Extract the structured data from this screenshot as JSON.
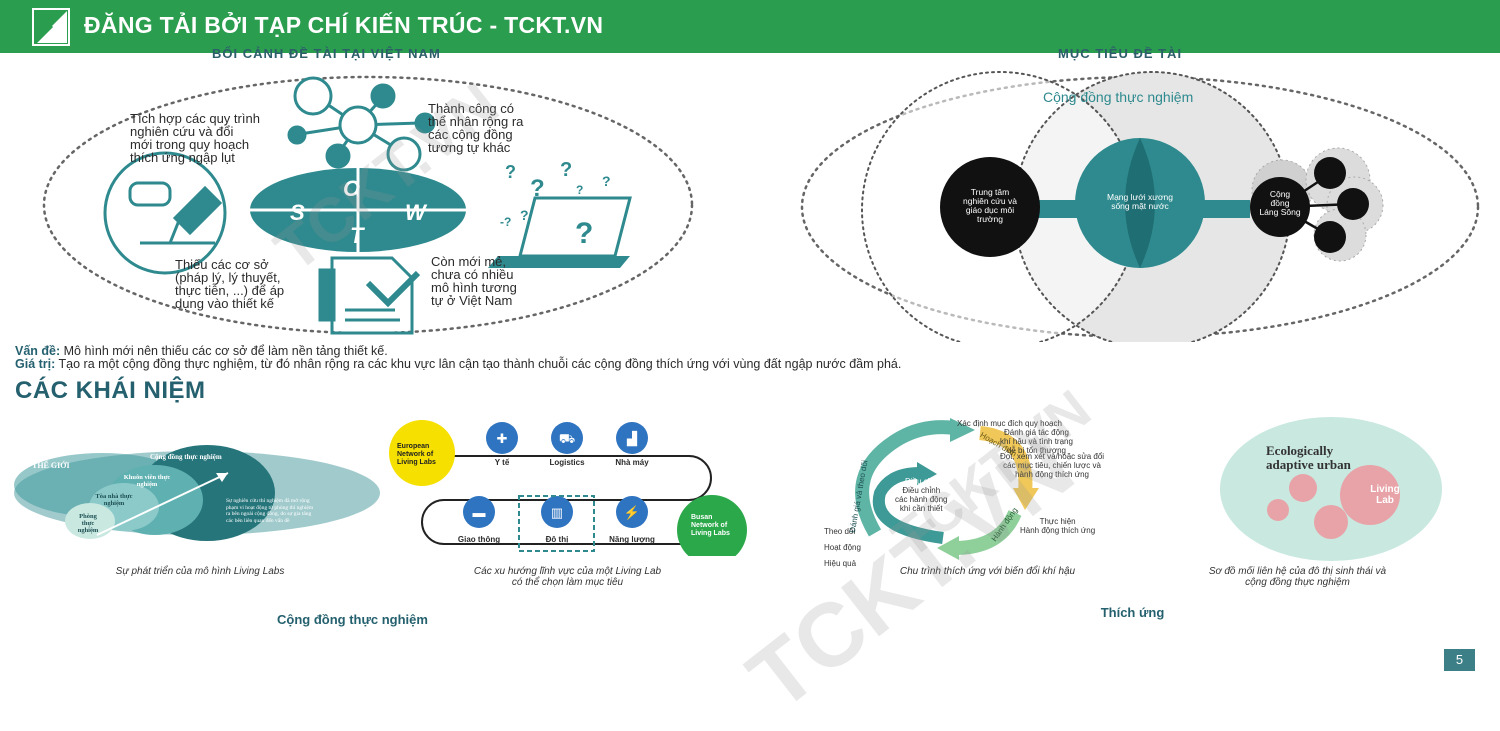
{
  "banner": {
    "title": "ĐĂNG TẢI BỞI TẠP CHÍ KIẾN TRÚC - TCKT.VN"
  },
  "cut_headings": {
    "left": "BỐI CẢNH ĐỀ TÀI TẠI VIỆT NAM",
    "right": "MỤC TIÊU ĐỀ TÀI"
  },
  "swot": {
    "s": "S",
    "o": "O",
    "w": "W",
    "t": "T",
    "strength_lines": [
      "Tích hợp các quy trình",
      "nghiên cứu và đổi",
      "mới trong quy hoạch",
      "thích ứng ngập lụt"
    ],
    "opportunity_lines": [
      "Thành công có",
      "thể nhân rộng ra",
      "các cộng đồng",
      "tương tự khác"
    ],
    "threat_lines": [
      "Thiếu các cơ sở",
      "(pháp lý, lý thuyết,",
      "thực tiễn, ...) để áp",
      "dụng vào thiết kế"
    ],
    "weakness_lines": [
      "Còn mới mẻ,",
      "chưa có nhiều",
      "mô hình tương",
      "tự ở Việt Nam"
    ]
  },
  "objective": {
    "title": "Cộng đồng thực nghiệm",
    "center_left_lines": [
      "Trung tâm",
      "nghiên cứu và",
      "giáo dục môi",
      "trường"
    ],
    "center_mid_lines": [
      "Mạng lưới xương",
      "sống mặt nước"
    ],
    "center_right_lines": [
      "Cộng",
      "đồng",
      "Láng Sông"
    ]
  },
  "problem": {
    "label": "Vấn đề:",
    "text": " Mô hình mới nên thiếu các cơ sở để làm nền tảng thiết kế."
  },
  "value": {
    "label": "Giá trị:",
    "text": " Tạo ra một cộng đồng thực nghiệm, từ đó nhân rộng ra các khu vực lân cận tạo thành chuỗi các cộng đồng thích ứng với vùng đất ngập nước đầm phá."
  },
  "concepts_heading": "CÁC KHÁI NIỆM",
  "living_labs_dev": {
    "world": "THẾ GIỚI",
    "community": "Cộng đồng thực nghiệm",
    "campus_lines": [
      "Khuôn viên thực",
      "nghiệm"
    ],
    "building_lines": [
      "Tòa nhà thực",
      "nghiệm"
    ],
    "room_lines": [
      "Phòng",
      "thực",
      "nghiệm"
    ],
    "desc_lines": [
      "Sự nghiên cứu thí nghiệm đã mở rộng",
      "phạm vi hoạt động từ phòng thí nghiệm",
      "ra bên ngoài cộng đồng, do sự gia tăng",
      "các bên liên quan đến vấn đề"
    ],
    "caption": "Sự phát triển của mô hình Living Labs"
  },
  "living_lab_trends": {
    "eu_lines": [
      "European",
      "Network of",
      "Living Labs"
    ],
    "busan_lines": [
      "Busan",
      "Network of",
      "Living Labs"
    ],
    "nodes": [
      "Y tế",
      "Logistics",
      "Nhà máy",
      "Giao thông",
      "Đô thị",
      "Năng lượng"
    ],
    "caption_lines": [
      "Các xu hướng lĩnh vực của một Living Lab",
      "có thể chọn làm mục tiêu"
    ]
  },
  "cycle": {
    "labels": {
      "a": "Xác định mục đích quy hoạch",
      "b1": "Đánh giá tác động",
      "b2": "khí hậu và tình trạng",
      "b3": "dễ bị tổn thương",
      "c1": "Đọt, xem xét và/hoặc sửa đổi",
      "c2": "các mục tiêu, chiến lược và",
      "c3": "hành động thích ứng",
      "d1": "Thực hiện",
      "d2": "Hành động thích ứng",
      "e1": "Theo dõi",
      "e2": "Hoạt động",
      "e3": "Hiệu quả",
      "f1": "Điều chỉnh",
      "f2": "các hành động",
      "f3": "khi cần thiết",
      "plan": "Hoạch định",
      "act": "Hành động",
      "adjust": "Điều chỉnh",
      "evaluate": "Đánh giá và theo dõi"
    },
    "caption": "Chu trình thích ứng với biến đổi khí hậu"
  },
  "eco": {
    "title_lines": [
      "Ecologically",
      "adaptive urban"
    ],
    "lab_lines": [
      "Living",
      "Lab"
    ],
    "caption_lines": [
      "Sơ đồ mối liên hệ của đô thị sinh thái và",
      "cộng đồng thực nghiệm"
    ]
  },
  "subheads": {
    "community": "Cộng đồng thực nghiệm",
    "adapt": "Thích ứng"
  },
  "watermarks": [
    "TCKT.VN",
    "TCKT.VN",
    "TCKT.VN"
  ],
  "page_number": "5",
  "colors": {
    "banner": "#2a9d4f",
    "teal": "#2e8a8e",
    "dark_teal": "#24606e",
    "pink": "#e8a3a8",
    "mint": "#c8e8e0"
  }
}
